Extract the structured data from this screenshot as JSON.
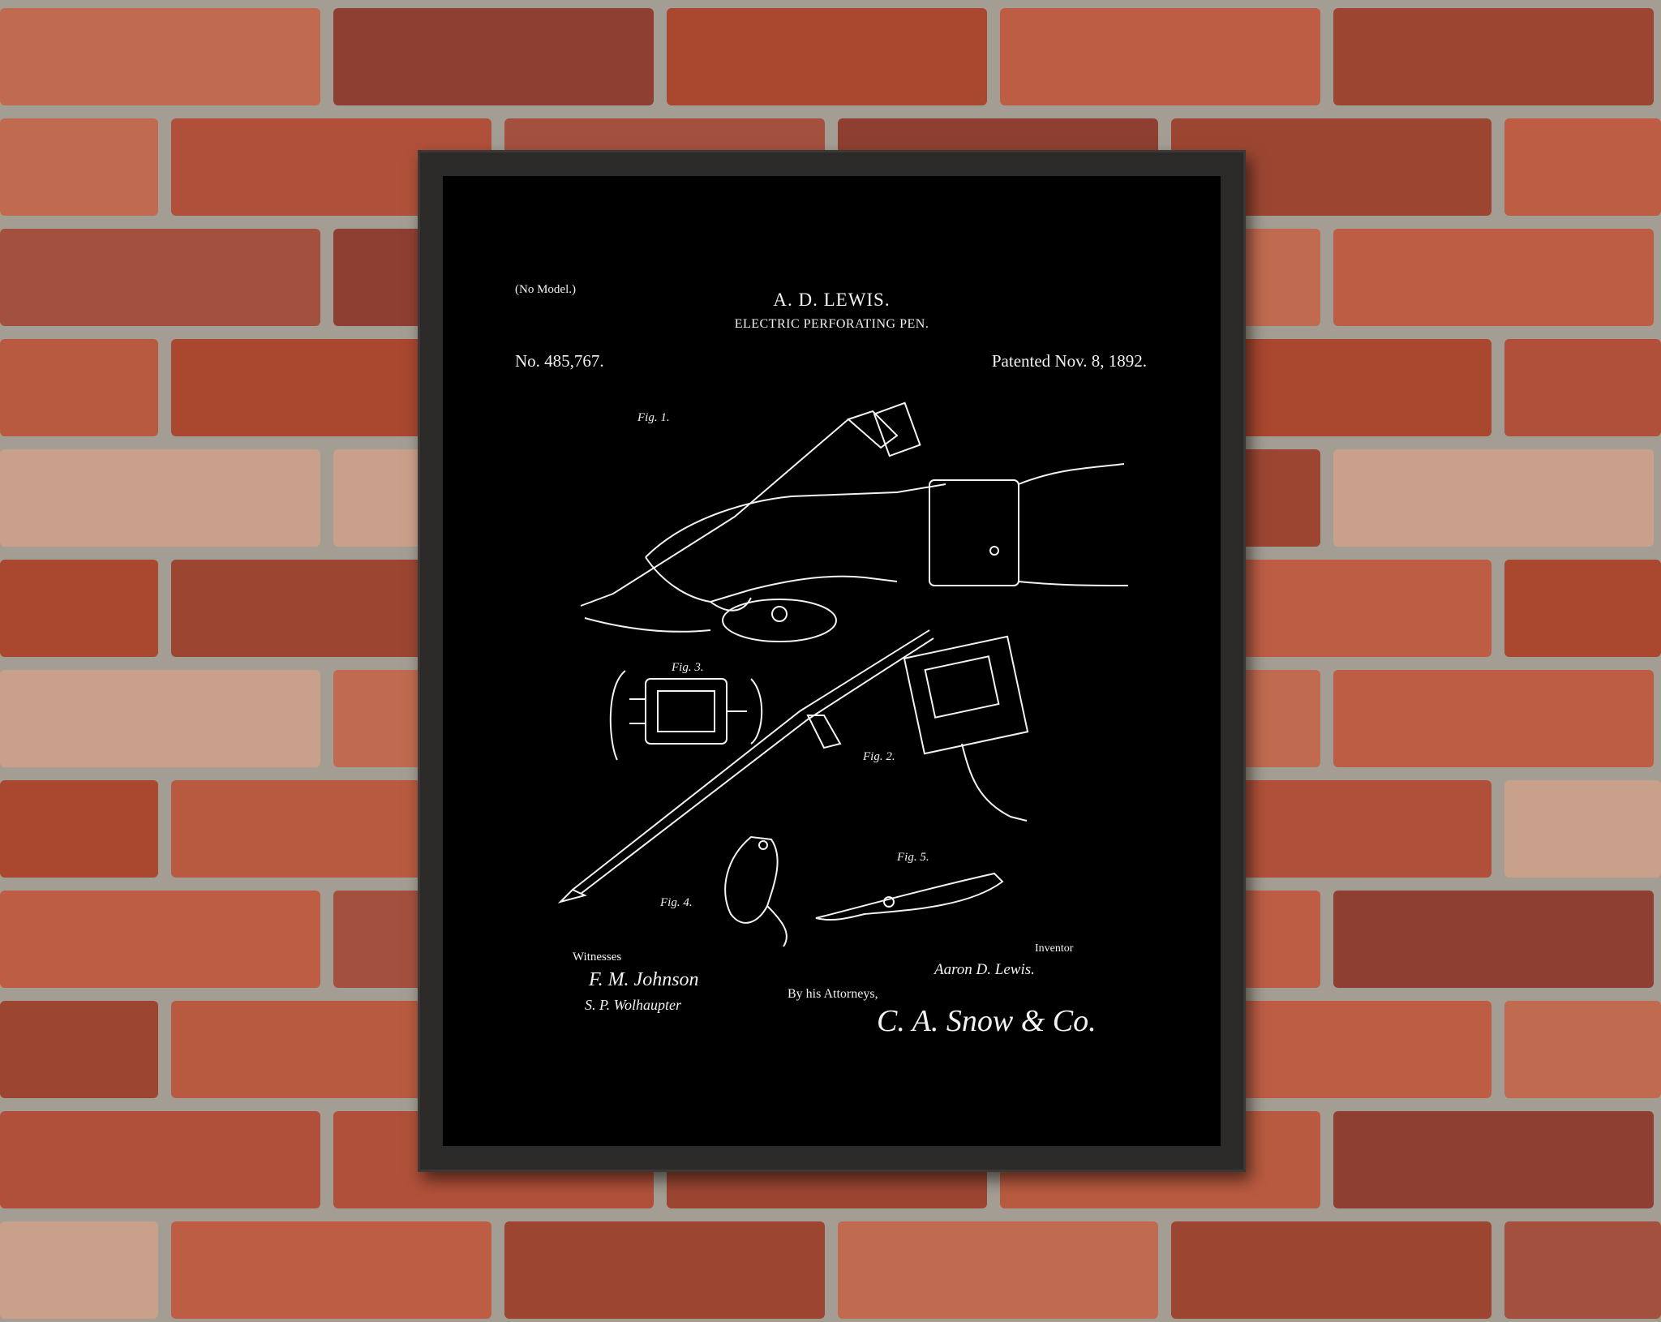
{
  "patent": {
    "no_model": "(No Model.)",
    "inventor": "A. D. LEWIS.",
    "title": "ELECTRIC PERFORATING PEN.",
    "number": "No. 485,767.",
    "date": "Patented Nov. 8, 1892."
  },
  "figures": [
    "Fig. 1.",
    "Fig. 2.",
    "Fig. 3.",
    "Fig. 4.",
    "Fig. 5."
  ],
  "signatures": {
    "witnesses_label": "Witnesses",
    "witness_1": "F. M. Johnson",
    "witness_2": "S. P. Wolhaupter",
    "inventor_label": "Inventor",
    "inventor_name": "Aaron D. Lewis.",
    "attorneys_label": "By his Attorneys,",
    "attorneys_name": "C. A. Snow & Co."
  },
  "colors": {
    "brick": "#b0503a",
    "mortar": "#a39d93",
    "frame": "#2b2a28",
    "print_bg": "#000000",
    "ink": "#f2f2f2"
  }
}
